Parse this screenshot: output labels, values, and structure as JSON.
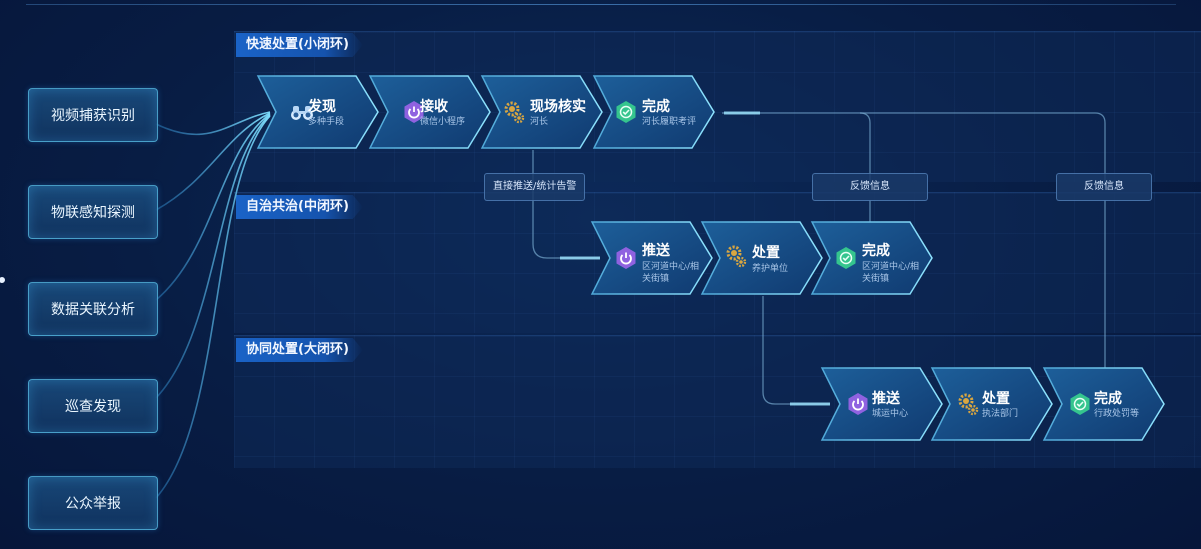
{
  "loops": {
    "fast": "快速处置(小闭环)",
    "mid": "自治共治(中闭环)",
    "big": "协同处置(大闭环)"
  },
  "sources": [
    "视频捕获识别",
    "物联感知探测",
    "数据关联分析",
    "巡查发现",
    "公众举报"
  ],
  "steps": {
    "discover": {
      "title": "发现",
      "sub": "多种手段",
      "icon": "binoculars-icon"
    },
    "receive": {
      "title": "接收",
      "sub": "微信小程序",
      "icon": "power-icon"
    },
    "verify": {
      "title": "现场核实",
      "sub": "河长",
      "icon": "gear-icon"
    },
    "complete_fast": {
      "title": "完成",
      "sub": "河长履职考评",
      "icon": "shield-check-icon"
    },
    "push_mid": {
      "title": "推送",
      "sub": "区河道中心/相关街镇",
      "icon": "power-icon"
    },
    "handle_mid": {
      "title": "处置",
      "sub": "养护单位",
      "icon": "gear-icon"
    },
    "complete_mid": {
      "title": "完成",
      "sub": "区河道中心/相关街镇",
      "icon": "shield-check-icon"
    },
    "push_big": {
      "title": "推送",
      "sub": "城运中心",
      "icon": "power-icon"
    },
    "handle_big": {
      "title": "处置",
      "sub": "执法部门",
      "icon": "gear-icon"
    },
    "complete_big": {
      "title": "完成",
      "sub": "行政处罚等",
      "icon": "shield-check-icon"
    }
  },
  "labels": {
    "direct_push": "直接推送/统计告警",
    "feedback1": "反馈信息",
    "feedback2": "反馈信息"
  },
  "colors": {
    "accent": "#1a63c7",
    "cyan": "#5fd0ee",
    "purple": "#8f62e0",
    "gold": "#d9a640",
    "green": "#35c58e"
  }
}
